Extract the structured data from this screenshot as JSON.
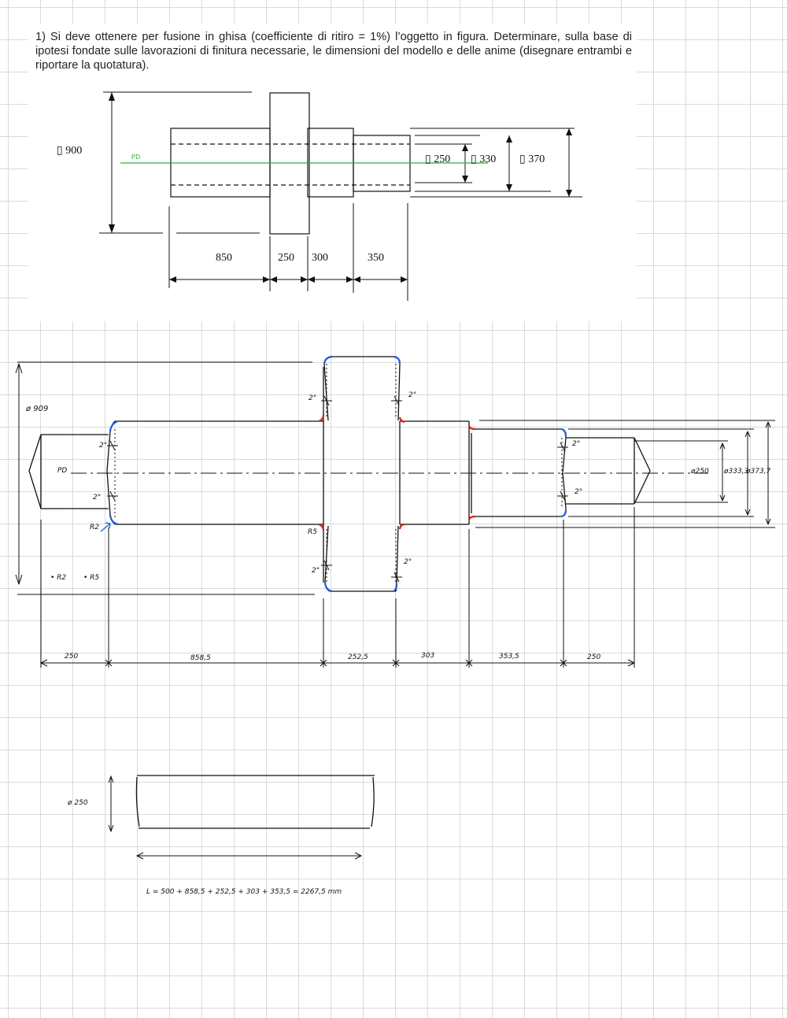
{
  "question": {
    "text": "1) Si deve ottenere per fusione in ghisa (coefficiente di ritiro = 1%) l’oggetto in figura. Determinare, sulla base di ipotesi fondate sulle lavorazioni di finitura necessarie, le dimensioni del modello e delle anime (disegnare entrambi e riportare la quotatura)."
  },
  "original_drawing": {
    "diam_900": "▯ 900",
    "diam_250": "▯ 250",
    "diam_330": "▯ 330",
    "diam_370": "▯ 370",
    "parting_label": "PD",
    "len_850": "850",
    "len_250": "250",
    "len_300": "300",
    "len_350": "350"
  },
  "model_drawing": {
    "diam_909": "ø 909",
    "diam_250": "ø250",
    "diam_333": "ø333,3",
    "diam_373": "ø373,7",
    "parting_label": "PD",
    "draft_angle": "2°",
    "radius_blue": "R2",
    "radius_red": "R5",
    "legend_blue": "• R2",
    "legend_red": "• R5",
    "len_print": "250",
    "len_1": "858,5",
    "len_2": "252,5",
    "len_3": "303",
    "len_4": "353,5",
    "len_print_end": "250",
    "colors": {
      "blue": "#1e5bd8",
      "red": "#d0201a",
      "green": "#2fae3a"
    }
  },
  "core_drawing": {
    "diam": "ø 250",
    "length_formula": "L = 500 + 858,5 + 252,5 + 303 + 353,5 = 2267,5 mm"
  }
}
